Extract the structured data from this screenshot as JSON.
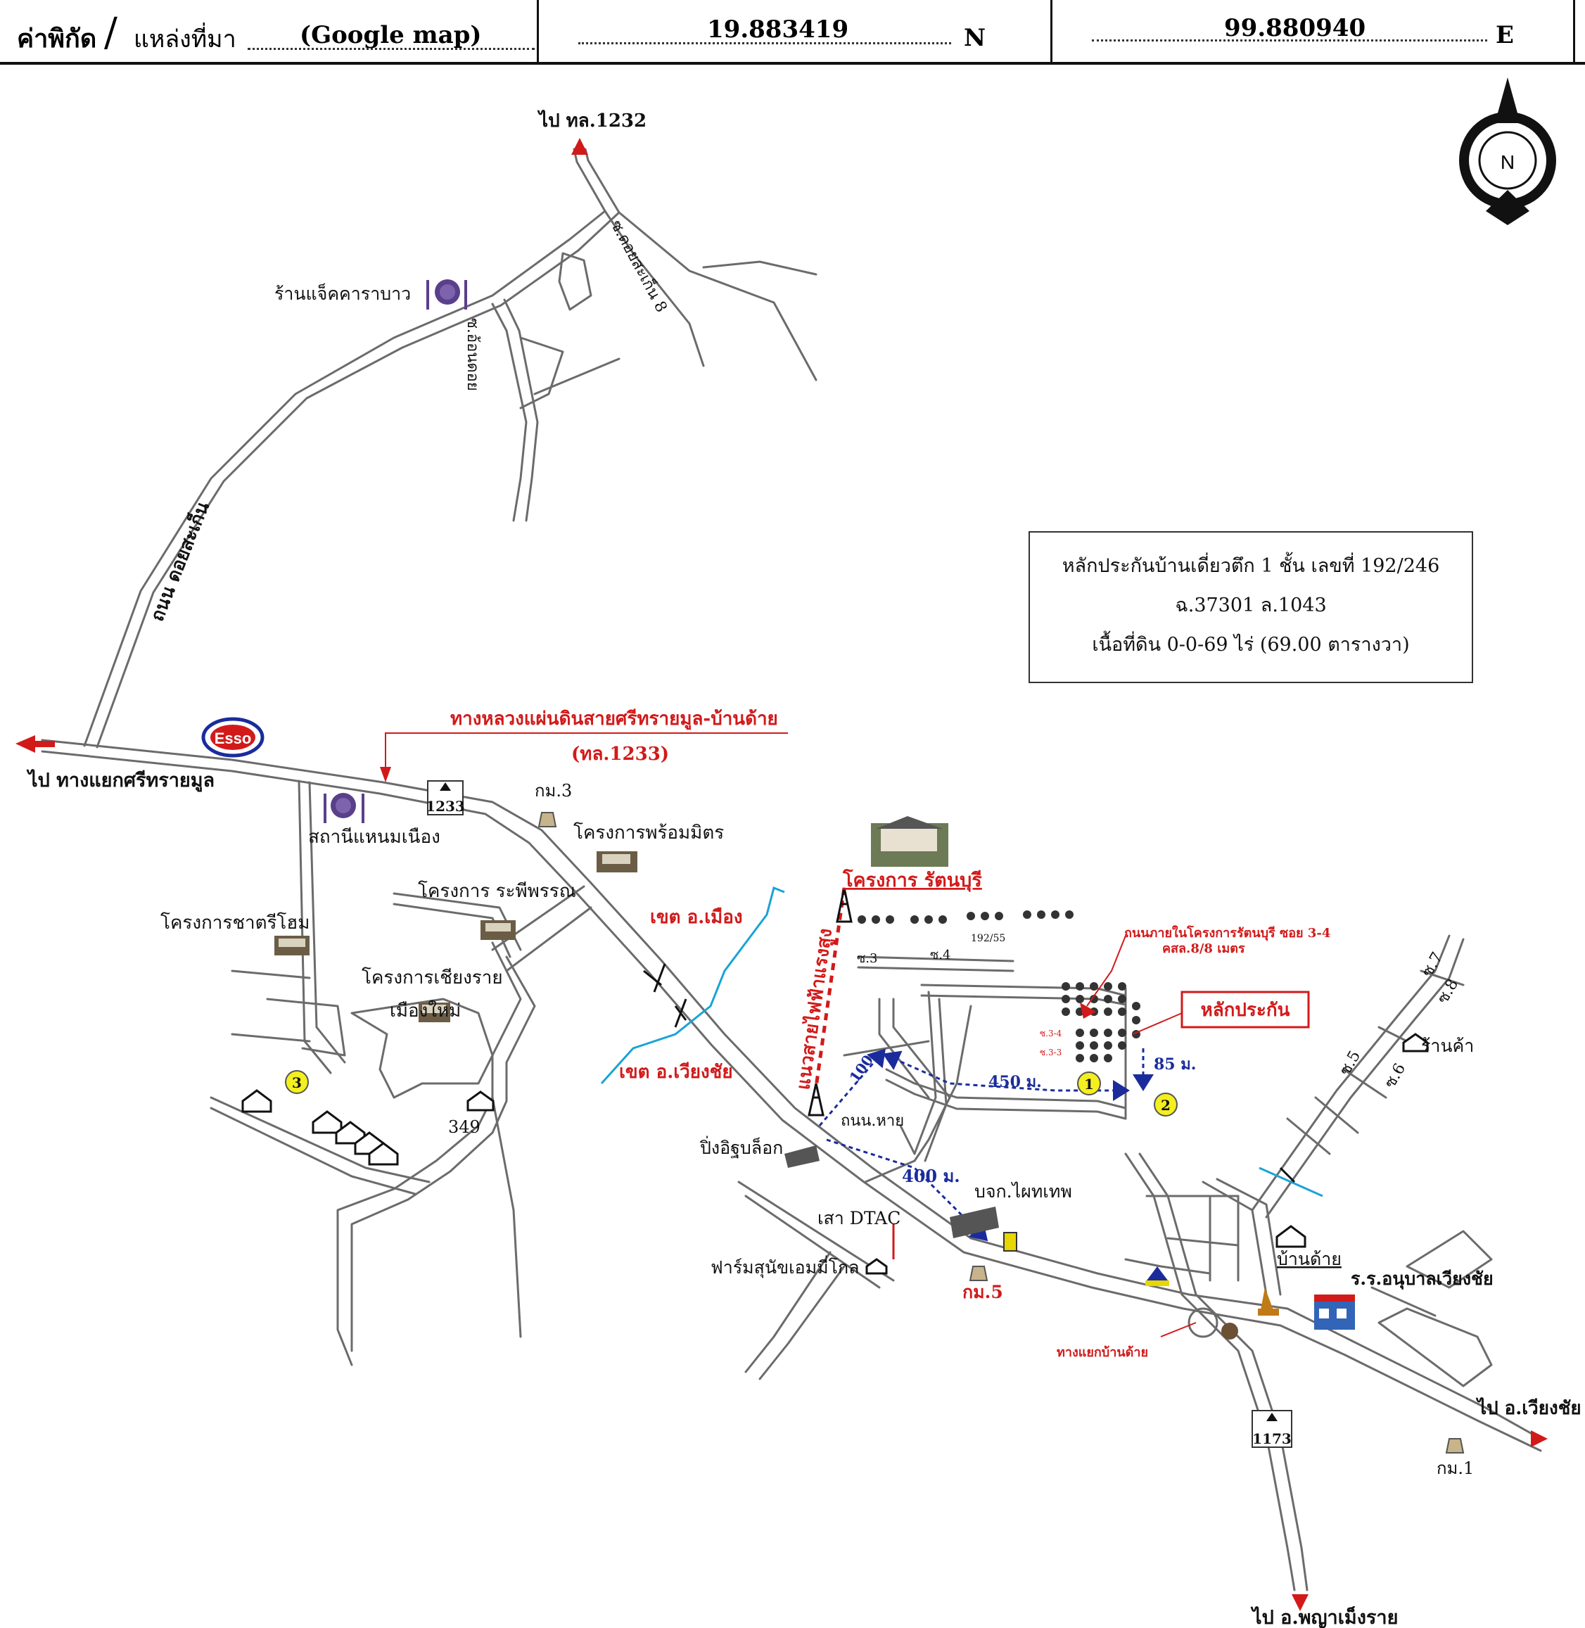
{
  "header": {
    "coord_label": "ค่าพิกัด",
    "source_label": "แหล่งที่มา",
    "source_value": "(Google map)",
    "lat_value": "19.883419",
    "lat_unit": "N",
    "lon_value": "99.880940",
    "lon_unit": "E"
  },
  "compass": {
    "letter": "N"
  },
  "info_box": {
    "line1": "หลักประกันบ้านเดี่ยวตึก 1 ชั้น เลขที่ 192/246",
    "line2": "ฉ.37301  ล.1043",
    "line3": "เนื้อที่ดิน 0-0-69 ไร่ (69.00 ตารางวา)"
  },
  "labels": {
    "to_1232": "ไป ทล.1232",
    "soi_doi_saken_8": "ซ.ดอยสะเก็น 8",
    "jack_cafe": "ร้านแจ็คคาราบาว",
    "soi_on_doi": "ซ.อ้อนดอย",
    "road_doi_saken": "ถนน ดอยสะเก็น",
    "to_srisaimoon": "ไป ทางแยกศรีทรายมูล",
    "esso": "Esso",
    "highway_name": "ทางหลวงแผ่นดินสายศรีทรายมูล-บ้านด้าย",
    "highway_code": "(ทล.1233)",
    "km3": "กม.3",
    "route_1233": "1233",
    "hanmuang_station": "สถานีแหนมเนือง",
    "phromit_project": "โครงการพร้อมมิตร",
    "rattanaburi_project": "โครงการ รัตนบุรี",
    "chatri_project": "โครงการชาตรีโฮม",
    "raphiphan_project": "โครงการ ระพีพรรณ",
    "chiangrai_project_1": "โครงการเชียงราย",
    "chiangrai_project_2": "เมืองใหม่",
    "muang_district": "เขต อ.เมือง",
    "wiangchai_district": "เขต อ.เวียงชัย",
    "power_line": "แนวสายไฟฟ้าแรงสูง",
    "inner_road_1": "ถนนภายในโครงการรัตนบุรี ซอย 3-4",
    "inner_road_2": "คสล.8/8 เมตร",
    "collateral": "หลักประกัน",
    "s3": "ซ.3",
    "s4": "ซ.4",
    "plot_192_55": "192/55",
    "soi_s34": "ซ.3-4",
    "soi_s33": "ซ.3-3",
    "dist_100": "100",
    "dist_450": "450 ม.",
    "dist_85": "85 ม.",
    "dist_400": "400 ม.",
    "marker_1": "1",
    "marker_2": "2",
    "marker_3": "3",
    "route_349": "349",
    "ping_block": "ปิ่งอิฐบล็อก",
    "municipal_office": "ถนน.หาย",
    "paitep_company": "บจก.ไผทเทพ",
    "dtac_pole": "เสา DTAC",
    "farm_dog": "ฟาร์มสุนัขเอมมี่โกล",
    "km5": "กม.5",
    "s7": "ซ.7",
    "s8": "ซ.8",
    "shop": "ร้านค้า",
    "s5": "ซ.5",
    "s6": "ซ.6",
    "ban_dai": "บ้านด้าย",
    "school": "ร.ร.อนุบาลเวียงชัย",
    "ban_dai_junction": "ทางแยกบ้านด้าย",
    "to_wiangchai": "ไป อ.เวียงชัย",
    "route_1173": "1173",
    "km1": "กม.1",
    "to_phaya_mengrai": "ไป อ.พญาเม็งราย"
  },
  "colors": {
    "road": "#6b6b6b",
    "accent_red": "#d21a1a",
    "accent_blue": "#1a2c9c",
    "marker_yellow": "#f4ef1e",
    "river": "#1aa3d6"
  }
}
